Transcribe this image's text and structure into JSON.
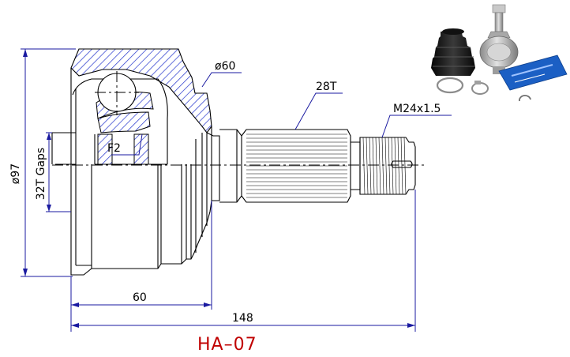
{
  "labels": {
    "diameter_overall": "ø97",
    "gaps": "32T Gaps",
    "bell_outer_diameter": "ø60",
    "spline_teeth": "28T",
    "thread": "M24x1.5",
    "inner_spline_label": "F2",
    "bell_length": "60",
    "total_length": "148",
    "part_code": "HA–07"
  },
  "colors": {
    "dimension_lines": "#1a1aa0",
    "hatch": "#2233cc",
    "outline": "#000000",
    "part_code": "#c00000",
    "boot_rubber": "#1a1a1a",
    "metal": "#b8b8b8",
    "grease_pack": "#1b5fc4"
  },
  "photo_items": [
    "boot-icon",
    "cv-joint-icon",
    "clamp-ring-icon",
    "grease-pack-icon",
    "circlip-icon"
  ]
}
